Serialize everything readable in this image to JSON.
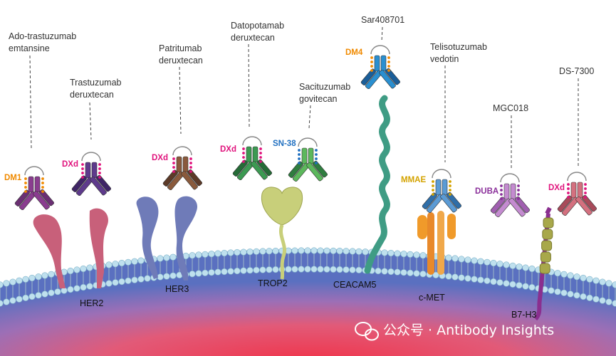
{
  "adcs": [
    {
      "name_line1": "Ado-trastuzumab",
      "name_line2": "emtansine",
      "payload": "DM1",
      "payload_color": "#f08a00",
      "heavy_color": "#8a3d8f",
      "light_color": "#6b2f73"
    },
    {
      "name_line1": "Trastuzumab",
      "name_line2": "deruxtecan",
      "payload": "DXd",
      "payload_color": "#e0127c",
      "heavy_color": "#5e3a8c",
      "light_color": "#3f2566"
    },
    {
      "name_line1": "Patritumab",
      "name_line2": "deruxtecan",
      "payload": "DXd",
      "payload_color": "#e0127c",
      "heavy_color": "#8a5a3c",
      "light_color": "#5c3a28"
    },
    {
      "name_line1": "Datopotamab",
      "name_line2": "deruxtecan",
      "payload": "DXd",
      "payload_color": "#e0127c",
      "heavy_color": "#3c9a52",
      "light_color": "#256b37"
    },
    {
      "name_line1": "Sacituzumab",
      "name_line2": "govitecan",
      "payload": "SN-38",
      "payload_color": "#1f6fc0",
      "heavy_color": "#5cb85c",
      "light_color": "#2f7d3f"
    },
    {
      "name_line1": "Sar408701",
      "name_line2": "",
      "payload": "DM4",
      "payload_color": "#f08a00",
      "heavy_color": "#2a8fd0",
      "light_color": "#1a5e99"
    },
    {
      "name_line1": "Telisotuzumab",
      "name_line2": "vedotin",
      "payload": "MMAE",
      "payload_color": "#d4a300",
      "heavy_color": "#5b9bd5",
      "light_color": "#2f6ea8"
    },
    {
      "name_line1": "MGC018",
      "name_line2": "",
      "payload": "DUBA",
      "payload_color": "#8a2f9a",
      "heavy_color": "#c48bd0",
      "light_color": "#a05fb0"
    },
    {
      "name_line1": "DS-7300",
      "name_line2": "",
      "payload": "DXd",
      "payload_color": "#e0127c",
      "heavy_color": "#d4707f",
      "light_color": "#a84a5a"
    }
  ],
  "receptors": [
    {
      "label": "HER2",
      "color": "#c8607a"
    },
    {
      "label": "HER3",
      "color": "#6f7bb8"
    },
    {
      "label": "TROP2",
      "color": "#c8cf7a"
    },
    {
      "label": "CEACAM5",
      "color": "#3f9c84"
    },
    {
      "label": "c-MET",
      "color": "#f09a2a"
    },
    {
      "label": "B7-H3",
      "color": "#8a2f8f"
    }
  ],
  "watermark": {
    "text": "公众号 · Antibody Insights"
  },
  "icons": [
    "wechat-icon"
  ]
}
